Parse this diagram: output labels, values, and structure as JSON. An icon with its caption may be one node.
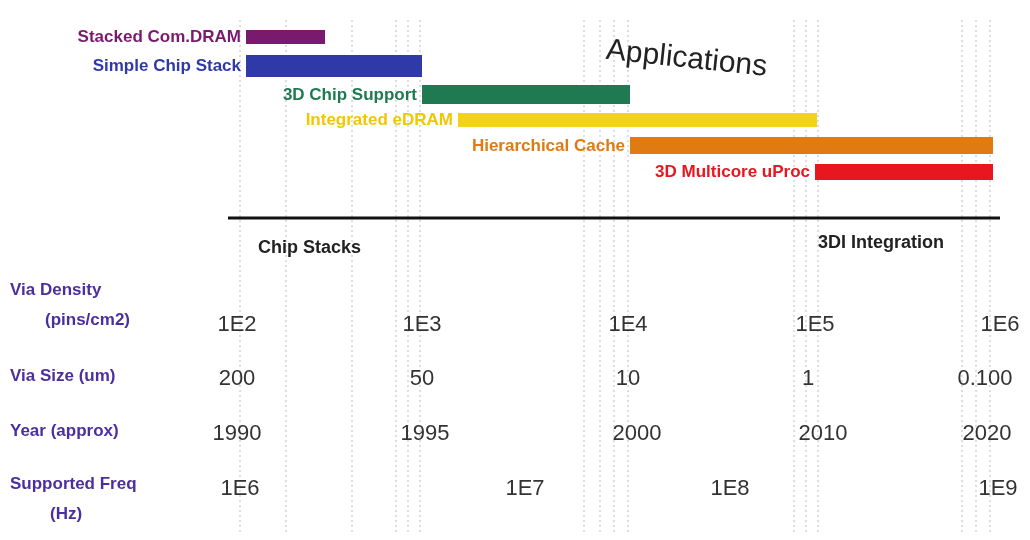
{
  "diagram": {
    "nodes": [
      {
        "text": [],
        "shape": "bar",
        "beside": [
          "Stacked Com.DRAM"
        ]
      },
      {
        "text": [],
        "shape": "bar",
        "beside": [
          "Simple Chip Stack"
        ]
      },
      {
        "text": [],
        "shape": "bar",
        "beside": [
          "3D Chip Support"
        ]
      },
      {
        "text": [],
        "shape": "bar",
        "beside": [
          "Integrated eDRAM"
        ]
      },
      {
        "text": [],
        "shape": "bar",
        "beside": [
          "Hierarchical Cache"
        ]
      },
      {
        "text": [],
        "shape": "bar",
        "beside": [
          "3D Multicore uProc"
        ]
      }
    ],
    "edges": [],
    "labels": [
      "Applications",
      "Chip Stacks",
      "3DI Integration",
      "Via Density (pins/cm2)",
      "1E2",
      "1E3",
      "1E4",
      "1E5",
      "1E6",
      "Via Size (um)",
      "200",
      "50",
      "10",
      "1",
      "0.100",
      "Year (approx)",
      "1990",
      "1995",
      "2000",
      "2010",
      "2020",
      "Supported Freq (Hz)",
      "1E6",
      "1E7",
      "1E8",
      "1E9"
    ]
  }
}
